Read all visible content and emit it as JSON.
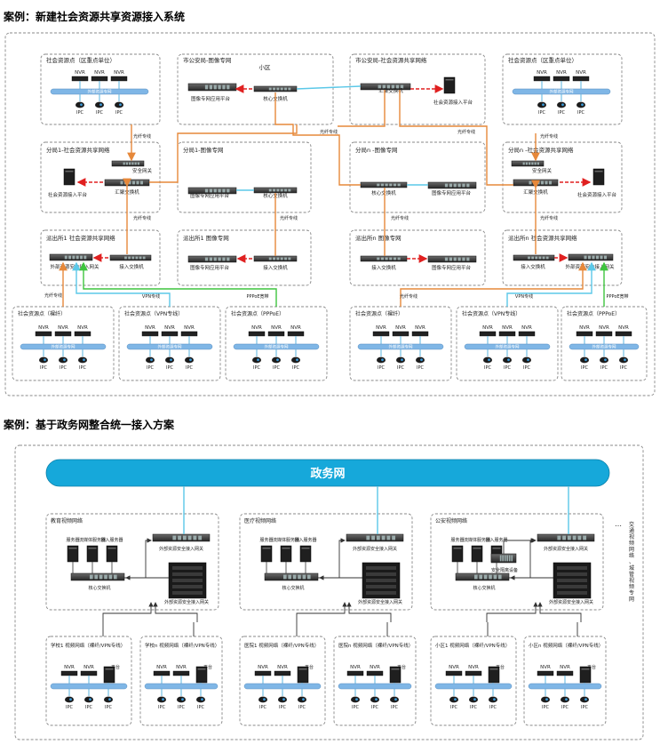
{
  "case1": {
    "title": "案例：新建社会资源共享资源接入系统",
    "top_left_box": "社会资源点（区重点单位）",
    "top_right_box": "社会资源点（区重点单位）",
    "city_image_box": "市公安局-图像专网",
    "xiaoqu": "小区",
    "city_share_box": "市公安局-社会资源共享网络",
    "sub1_share_box": "分局1-社会资源共享网络",
    "sub1_image_box": "分局1-图像专网",
    "subn_image_box": "分局n -图像专网",
    "subn_share_box": "分局n -社会资源共享网络",
    "pcs1_share_box": "派出所1 社会资源共享网络",
    "pcs1_image_box": "派出所1 图像专网",
    "pcsn_image_box": "派出所n 图像专网",
    "pcsn_share_box": "派出所n 社会资源共享网络",
    "bottom_boxes": [
      "社会资源点（裸纤）",
      "社会资源点（VPN专线）",
      "社会资源点（PPPoE）",
      "社会资源点（裸纤）",
      "社会资源点（VPN专线）",
      "社会资源点（PPPoE）"
    ],
    "nvr": "NVR",
    "ipc": "IPC",
    "ext_net": "外部资源专网",
    "core_switch": "核心交换机",
    "agg_switch": "汇聚交换机",
    "access_switch": "接入交换机",
    "image_platform": "图像专网应用平台",
    "share_platform": "社会资源接入平台",
    "gateway": "外部资源安全接入网关",
    "sec_gateway": "安全网关",
    "fiber": "光纤专线",
    "vpn": "VPN专线",
    "pppoe": "PPPoE宽带"
  },
  "case2": {
    "title": "案例：基于政务网整合统一接入方案",
    "gov_net": "政务网",
    "networks": [
      "教育视频网络",
      "医疗视频网络",
      "公安视频网络"
    ],
    "servers": [
      "服务器",
      "流媒体服务器",
      "接入服务器"
    ],
    "core_switch": "核心交换机",
    "gateway": "外部资源安全接入网关",
    "sec_device": "安全隔离设备",
    "side_label": "交通视频网络、城管视频专网",
    "dots": "…",
    "bottom_boxes": [
      "学校1 视频网络（裸纤/VPN专线）",
      "学校n 视频网络（裸纤/VPN专线）",
      "医院1 视频网络（裸纤/VPN专线）",
      "医院n 视频网络（裸纤/VPN专线）",
      "小区1 视频网络（裸纤/VPN专线）",
      "小区n 视频网络（裸纤/VPN专线）"
    ],
    "nvr": "NVR",
    "platform": "平台",
    "ipc": "IPC"
  },
  "colors": {
    "fiber": "#e6883a",
    "vpn": "#5bc8e8",
    "pppoe": "#3ec43e",
    "red": "#e02020",
    "dash": "#888888",
    "net_bar": "#7fb6e6",
    "gov_bar": "#16a8da"
  }
}
